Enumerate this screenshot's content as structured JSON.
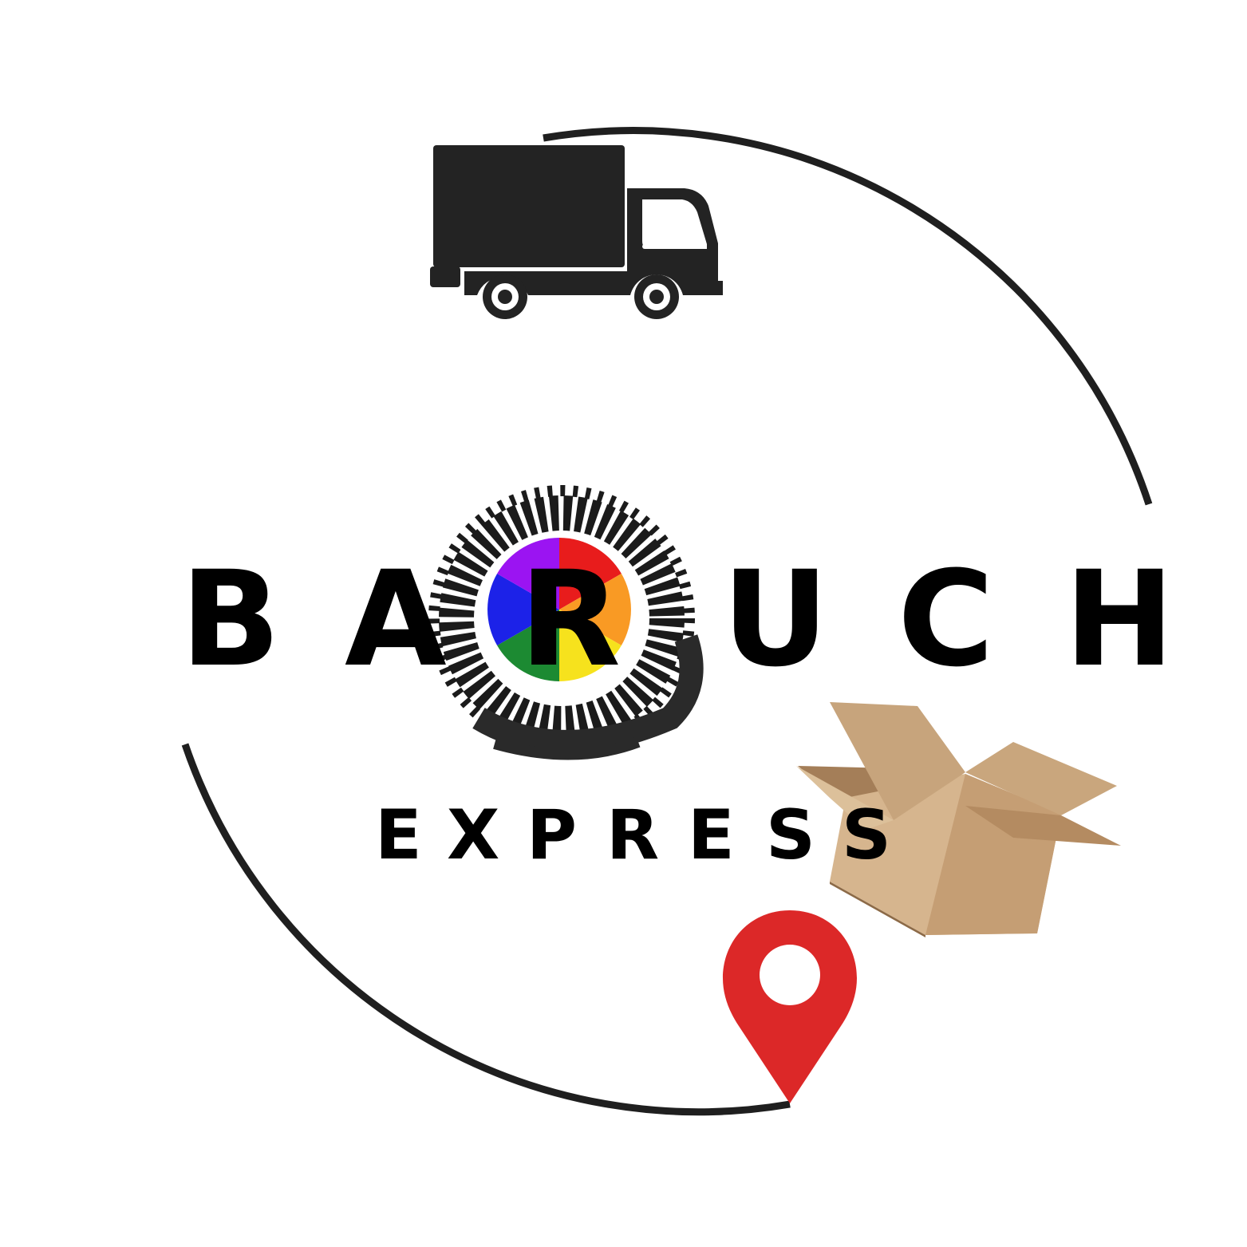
{
  "brand": {
    "name_letters": [
      "B",
      "A",
      "R",
      "U",
      "C",
      "H"
    ],
    "subtitle_letters": [
      "E",
      "X",
      "P",
      "R",
      "E",
      "S",
      "S"
    ]
  },
  "colors": {
    "ink": "#1f1f1f",
    "pin": "#dc2828",
    "box_face": "#d2b48c",
    "wheel": [
      "#e81c1c",
      "#f99a24",
      "#f6e21d",
      "#1c8a32",
      "#1c22e8",
      "#9b14f2"
    ]
  },
  "icons": [
    "truck-icon",
    "color-wheel-icon",
    "tire-track-icon",
    "cardboard-box-icon",
    "location-pin-icon"
  ]
}
